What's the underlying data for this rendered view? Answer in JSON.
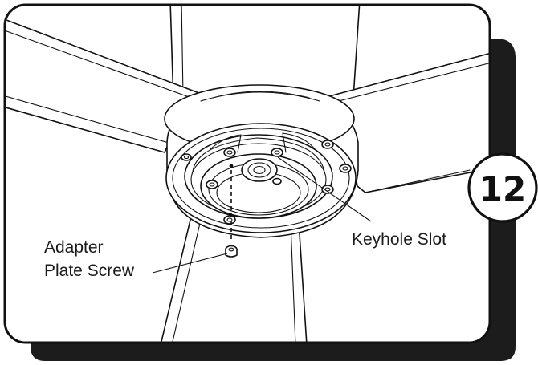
{
  "step": {
    "number": "12"
  },
  "labels": {
    "adapter_line1": "Adapter",
    "adapter_line2": "Plate Screw",
    "keyhole": "Keyhole Slot"
  },
  "colors": {
    "shadow": "#1c1c1c",
    "frame_border": "#111111",
    "line_art": "#111111",
    "background": "#ffffff"
  }
}
